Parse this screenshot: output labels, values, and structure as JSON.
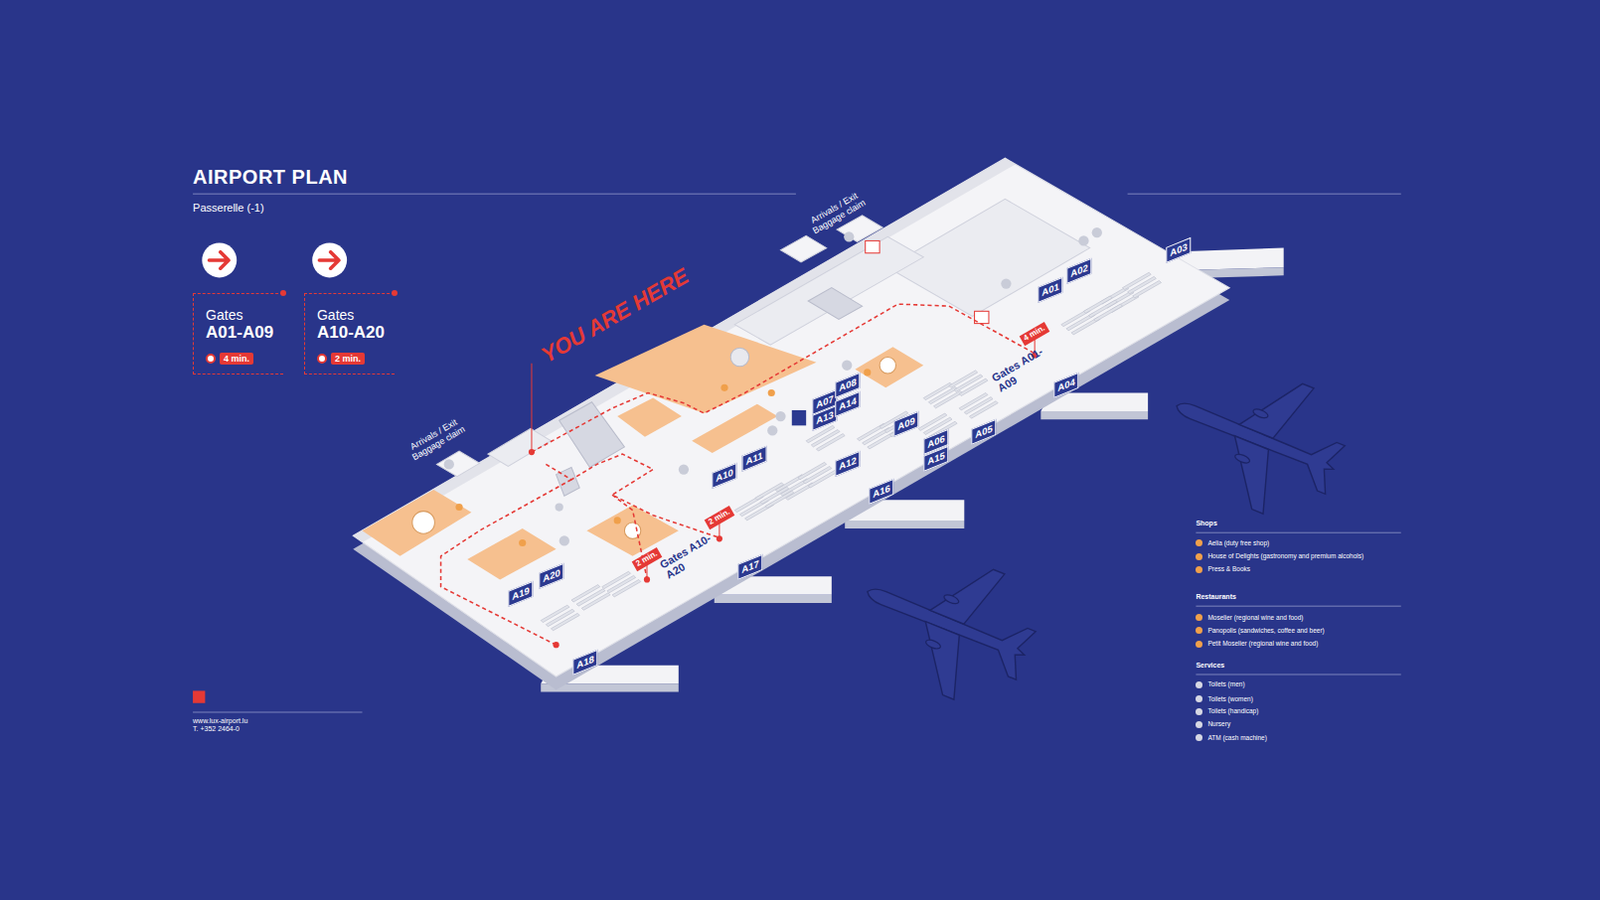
{
  "diagram": {
    "title": "AIRPORT PLAN",
    "nodes": [
      {
        "text": [
          "Gates",
          "A01-A09",
          "4 min."
        ]
      },
      {
        "text": [
          "Gates",
          "A10-A20",
          "2 min."
        ]
      },
      {
        "text": [
          "A01"
        ]
      },
      {
        "text": [
          "A02"
        ]
      },
      {
        "text": [
          "A03"
        ]
      },
      {
        "text": [
          "A04"
        ]
      },
      {
        "text": [
          "A05"
        ]
      },
      {
        "text": [
          "A06"
        ]
      },
      {
        "text": [
          "A07"
        ]
      },
      {
        "text": [
          "A08"
        ]
      },
      {
        "text": [
          "A09"
        ]
      },
      {
        "text": [
          "A10"
        ]
      },
      {
        "text": [
          "A11"
        ]
      },
      {
        "text": [
          "A12"
        ]
      },
      {
        "text": [
          "A13"
        ]
      },
      {
        "text": [
          "A14"
        ]
      },
      {
        "text": [
          "A15"
        ]
      },
      {
        "text": [
          "A16"
        ]
      },
      {
        "text": [
          "A17"
        ]
      },
      {
        "text": [
          "A18"
        ]
      },
      {
        "text": [
          "A19"
        ]
      },
      {
        "text": [
          "A20"
        ]
      },
      {
        "text": [
          "4 min."
        ]
      },
      {
        "text": [
          "2 min."
        ]
      },
      {
        "text": [
          "2 min."
        ]
      }
    ],
    "labels": [
      "Passerelle (-1)",
      "YOU ARE HERE",
      "Arrivals / Exit Baggage claim",
      "Arrivals / Exit Baggage claim",
      "Gates A01-A09",
      "Gates A10-A20",
      "Shops",
      "Restaurants",
      "Services",
      "www.lux-airport.lu",
      "T. +352 2464-0"
    ],
    "legend": [
      {
        "text": "Aelia (duty free shop)",
        "color": "#f0a04b"
      },
      {
        "text": "House of Delights (gastronomy and premium alcohols)",
        "color": "#f0a04b"
      },
      {
        "text": "Press & Books",
        "color": "#f0a04b"
      },
      {
        "text": "Moselier (regional wine and food)",
        "color": "#f0a04b"
      },
      {
        "text": "Panopolis (sandwiches, coffee and beer)",
        "color": "#f0a04b"
      },
      {
        "text": "Petit Moselier (regional wine and food)",
        "color": "#f0a04b"
      },
      {
        "text": "Toilets (men)",
        "color": "#d6d8e4"
      },
      {
        "text": "Toilets (women)",
        "color": "#d6d8e4"
      },
      {
        "text": "Toilets (handicap)",
        "color": "#d6d8e4"
      },
      {
        "text": "Nursery",
        "color": "#d6d8e4"
      },
      {
        "text": "ATM (cash machine)",
        "color": "#d6d8e4"
      }
    ]
  }
}
